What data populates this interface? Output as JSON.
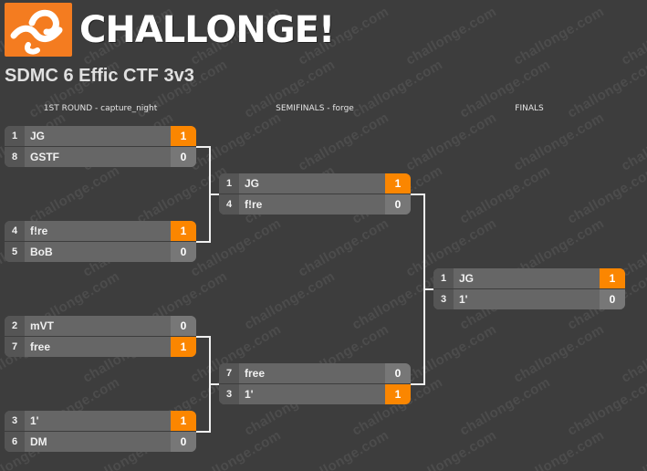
{
  "brand": {
    "logo_text": "CHALLONGE!",
    "accent": "#f47c20"
  },
  "tournament": {
    "title": "SDMC 6 Effic CTF 3v3"
  },
  "watermark": "challonge.com",
  "rounds": [
    {
      "label": "1ST ROUND - capture_night"
    },
    {
      "label": "SEMIFINALS - forge"
    },
    {
      "label": "FINALS"
    }
  ],
  "matches": [
    {
      "id": "r1m1",
      "players": [
        {
          "seed": "1",
          "name": "JG",
          "score": "1",
          "win": true
        },
        {
          "seed": "8",
          "name": "GSTF",
          "score": "0",
          "win": false
        }
      ]
    },
    {
      "id": "r1m2",
      "players": [
        {
          "seed": "4",
          "name": "f!re",
          "score": "1",
          "win": true
        },
        {
          "seed": "5",
          "name": "BoB",
          "score": "0",
          "win": false
        }
      ]
    },
    {
      "id": "r1m3",
      "players": [
        {
          "seed": "2",
          "name": "mVT",
          "score": "0",
          "win": false
        },
        {
          "seed": "7",
          "name": "free",
          "score": "1",
          "win": true
        }
      ]
    },
    {
      "id": "r1m4",
      "players": [
        {
          "seed": "3",
          "name": "1'",
          "score": "1",
          "win": true
        },
        {
          "seed": "6",
          "name": "DM",
          "score": "0",
          "win": false
        }
      ]
    },
    {
      "id": "sf1",
      "players": [
        {
          "seed": "1",
          "name": "JG",
          "score": "1",
          "win": true
        },
        {
          "seed": "4",
          "name": "f!re",
          "score": "0",
          "win": false
        }
      ]
    },
    {
      "id": "sf2",
      "players": [
        {
          "seed": "7",
          "name": "free",
          "score": "0",
          "win": false
        },
        {
          "seed": "3",
          "name": "1'",
          "score": "1",
          "win": true
        }
      ]
    },
    {
      "id": "final",
      "players": [
        {
          "seed": "1",
          "name": "JG",
          "score": "1",
          "win": true
        },
        {
          "seed": "3",
          "name": "1'",
          "score": "0",
          "win": false
        }
      ]
    }
  ]
}
